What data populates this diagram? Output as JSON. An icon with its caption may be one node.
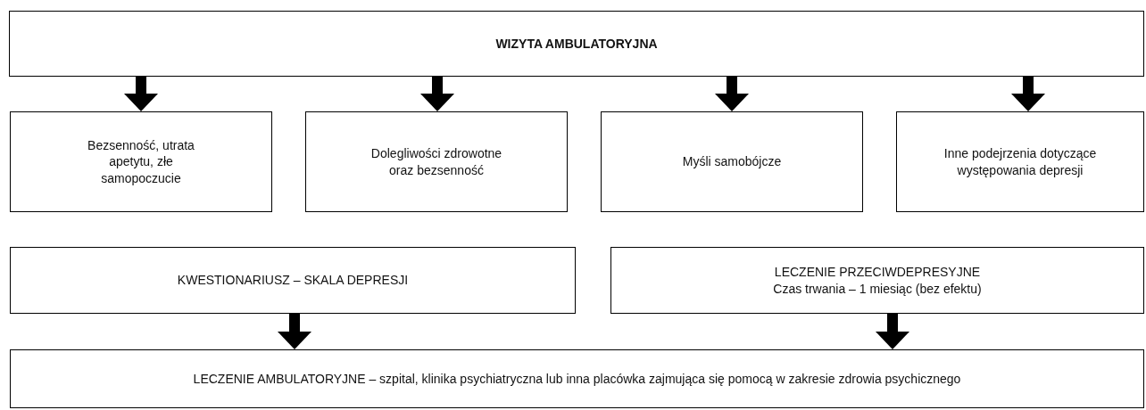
{
  "diagram": {
    "nodes": [
      {
        "text": [
          "WIZYTA AMBULATORYJNA"
        ]
      },
      {
        "text": [
          "Bezsenność, utrata apetytu, złe samopoczucie"
        ]
      },
      {
        "text": [
          "Dolegliwości zdrowotne oraz bezsenność"
        ]
      },
      {
        "text": [
          "Myśli samobójcze"
        ]
      },
      {
        "text": [
          "Inne podejrzenia dotyczące występowania depresji"
        ]
      },
      {
        "text": [
          "KWESTIONARIUSZ – SKALA DEPRESJI"
        ]
      },
      {
        "text": [
          "LECZENIE PRZECIWDEPRESYJNE",
          "Czas trwania – 1 miesiąc (bez efektu)"
        ]
      },
      {
        "text": [
          "LECZENIE AMBULATORYJNE – szpital, klinika psychiatryczna lub inna placówka zajmująca się pomocą w zakresie zdrowia psychicznego"
        ]
      }
    ],
    "edges": [
      {
        "from": 0,
        "to": 1,
        "arrow": "to"
      },
      {
        "from": 0,
        "to": 2,
        "arrow": "to"
      },
      {
        "from": 0,
        "to": 3,
        "arrow": "to"
      },
      {
        "from": 0,
        "to": 4,
        "arrow": "to"
      },
      {
        "from": 5,
        "to": 7,
        "arrow": "to"
      },
      {
        "from": 6,
        "to": 7,
        "arrow": "to"
      }
    ]
  }
}
